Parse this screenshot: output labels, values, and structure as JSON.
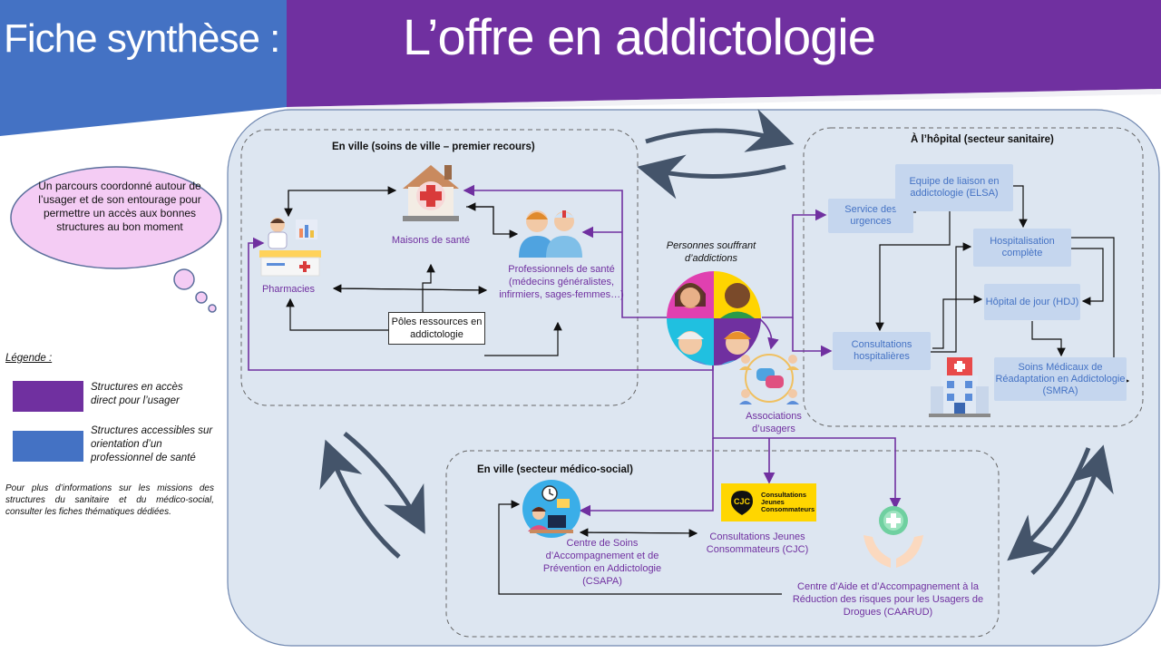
{
  "header": {
    "left_title": "Fiche synthèse :",
    "main_title": "L’offre en addictologie"
  },
  "cloud": {
    "text": "Un parcours coordonné autour de l’usager et de son entourage pour permettre un accès aux bonnes structures au bon moment"
  },
  "legend": {
    "title": "Légende :",
    "direct_label": "Structures  en accès direct  pour l’usager",
    "orientation_label": "Structures accessibles sur orientation d’un professionnel de santé",
    "colors": {
      "direct": "#7030a0",
      "orientation": "#4472c4"
    }
  },
  "note": "Pour plus d’informations sur les missions des structures du sanitaire et du médico-social, consulter les fiches thématiques dédiées.",
  "ville": {
    "title": "En ville (soins de ville – premier recours)",
    "maisons": "Maisons de santé",
    "pharmacies": "Pharmacies",
    "professionnels": "Professionnels de santé (médecins généralistes, infirmiers, sages-femmes…)",
    "poles": "Pôles ressources en addictologie"
  },
  "center": {
    "personnes": "Personnes souffrant d’addictions",
    "associations": "Associations d’usagers"
  },
  "hopital": {
    "title": "À l’hôpital (secteur sanitaire)",
    "urgences": "Service des urgences",
    "elsa": "Equipe de liaison en addictologie (ELSA)",
    "hospitalisation": "Hospitalisation complète",
    "hdj": "Hôpital de jour (HDJ)",
    "consultations": "Consultations hospitalières",
    "smra": "Soins Médicaux de Réadaptation en Addictologie (SMRA)"
  },
  "medico": {
    "title": "En ville (secteur médico-social)",
    "csapa": "Centre de Soins d’Accompagnement et de Prévention en Addictologie (CSAPA)",
    "cjc": "Consultations Jeunes Consommateurs (CJC)",
    "cjc_logo": "CJC",
    "cjc_logo_text": "Consultations Jeunes Consommateurs",
    "caarud": "Centre d’Aide  et d’Accompagnement à la Réduction des risques pour les Usagers de Drogues (CAARUD)"
  },
  "colors": {
    "purple": "#7030a0",
    "blue": "#4472c4",
    "box_fill": "#c5d6ee",
    "panel_fill": "#dde6f1",
    "cjc_yellow": "#ffd600"
  }
}
